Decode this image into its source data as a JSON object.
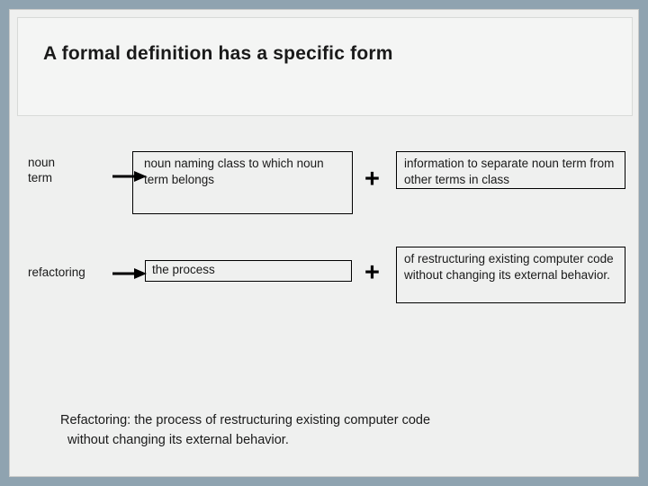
{
  "slide": {
    "title": "A formal definition has a specific form",
    "row1": {
      "term": "noun\nterm",
      "term_line1": "noun",
      "term_line2": "term",
      "genus": "noun naming class to which noun term belongs",
      "plus": "+",
      "differentia": "information to separate noun term from other terms in class"
    },
    "row2": {
      "term": "refactoring",
      "genus": "the process",
      "plus": "+",
      "differentia": "of restructuring existing computer code without changing its external behavior."
    },
    "summary_line1": "Refactoring: the process of restructuring existing computer code",
    "summary_line2": "without changing its external behavior."
  }
}
